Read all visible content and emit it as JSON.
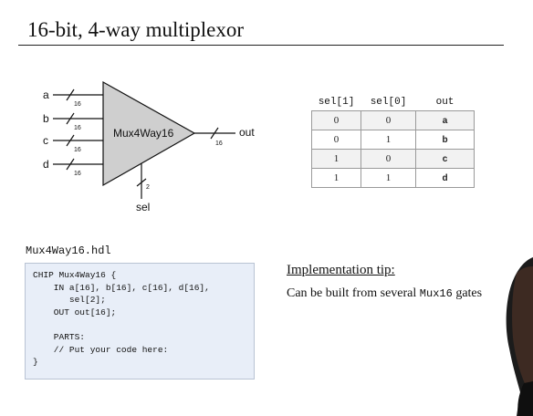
{
  "slide": {
    "title": "16-bit, 4-way multiplexor"
  },
  "diagram": {
    "inputs": [
      {
        "label": "a",
        "width": "16"
      },
      {
        "label": "b",
        "width": "16"
      },
      {
        "label": "c",
        "width": "16"
      },
      {
        "label": "d",
        "width": "16"
      }
    ],
    "chip_label": "Mux4Way16",
    "output_label": "out",
    "output_width": "16",
    "sel_label": "sel",
    "sel_width": "2"
  },
  "truth_table": {
    "headers": [
      "sel[1]",
      "sel[0]",
      "out"
    ],
    "rows": [
      [
        "0",
        "0",
        "a"
      ],
      [
        "0",
        "1",
        "b"
      ],
      [
        "1",
        "0",
        "c"
      ],
      [
        "1",
        "1",
        "d"
      ]
    ]
  },
  "hdl": {
    "filename": "Mux4Way16.hdl",
    "code": "CHIP Mux4Way16 {\n    IN a[16], b[16], c[16], d[16],\n       sel[2];\n    OUT out[16];\n\n    PARTS:\n    // Put your code here:\n}"
  },
  "tip": {
    "heading": "Implementation tip:",
    "text_before": "Can be built from several ",
    "code_word": "Mux16",
    "text_after": " gates"
  },
  "colors": {
    "chip_fill": "#cfcfcf",
    "code_bg": "#e8eef8"
  }
}
